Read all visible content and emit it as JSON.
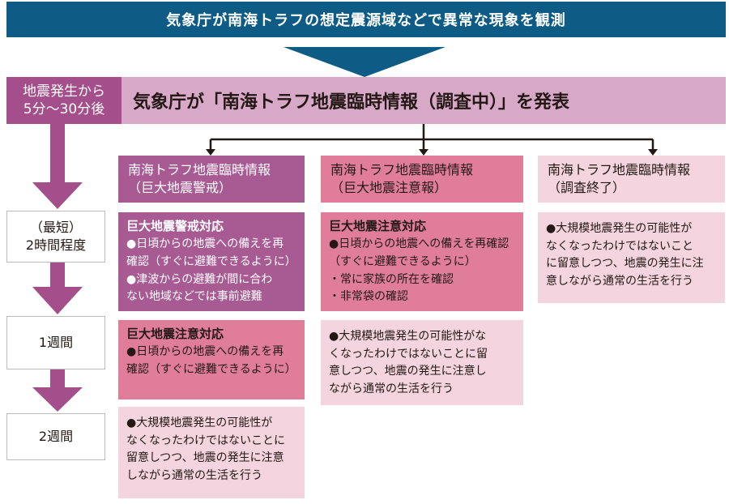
{
  "banner": {
    "text": "気象庁が南海トラフの想定震源域などで異常な現象を観測"
  },
  "announce": {
    "text": "気象庁が「南海トラフ地震臨時情報（調査中）」を発表"
  },
  "timeline": {
    "first": {
      "line1": "地震発生から",
      "line2": "5分～30分後"
    },
    "second": {
      "line1": "（最短）",
      "line2": "2時間程度"
    },
    "third": {
      "text": "1週間"
    },
    "fourth": {
      "text": "2週間"
    }
  },
  "columns": [
    {
      "header1": "南海トラフ地震臨時情報",
      "header2": "（巨大地震警戒）"
    },
    {
      "header1": "南海トラフ地震臨時情報",
      "header2": "（巨大地震注意報）"
    },
    {
      "header1": "南海トラフ地震臨時情報",
      "header2": "（調査終了）"
    }
  ],
  "boxes": {
    "warning_first": {
      "title": "巨大地震警戒対応",
      "lines": [
        "●日頃からの地震への備えを再",
        "確認（すぐに避難できるように）",
        "●津波からの避難が間に合わ",
        "ない地域などでは事前避難"
      ]
    },
    "warning_second": {
      "title": "巨大地震注意対応",
      "lines": [
        "●日頃からの地震への備えを再",
        "確認（すぐに避難できるように）"
      ]
    },
    "warning_third": {
      "lines": [
        "●大規模地震発生の可能性が",
        "なくなったわけではないことに",
        "留意しつつ、地震の発生に注意",
        "しながら通常の生活を行う"
      ]
    },
    "advisory_first": {
      "title": "巨大地震注意対応",
      "lines": [
        "●日頃からの地震への備えを再確認",
        "（すぐに避難できるように）",
        "・常に家族の所在を確認",
        "・非常袋の確認"
      ]
    },
    "advisory_second": {
      "lines": [
        "●大規模地震発生の可能性がな",
        "くなったわけではないことに留",
        "意しつつ、地震の発生に注意し",
        "ながら通常の生活を行う"
      ]
    },
    "ended": {
      "lines": [
        "●大規模地震発生の可能性が",
        "なくなったわけではないこと",
        "に留意しつつ、地震の発生に注",
        "意しながら通常の生活を行う"
      ]
    }
  },
  "colors": {
    "banner": "#0e5c86",
    "warning": "#a85a93",
    "advisory": "#e07d9b",
    "ended": "#f4d4de",
    "timeline_arrow": "#a44e8c",
    "announce_bar": "#d7a9c7"
  }
}
